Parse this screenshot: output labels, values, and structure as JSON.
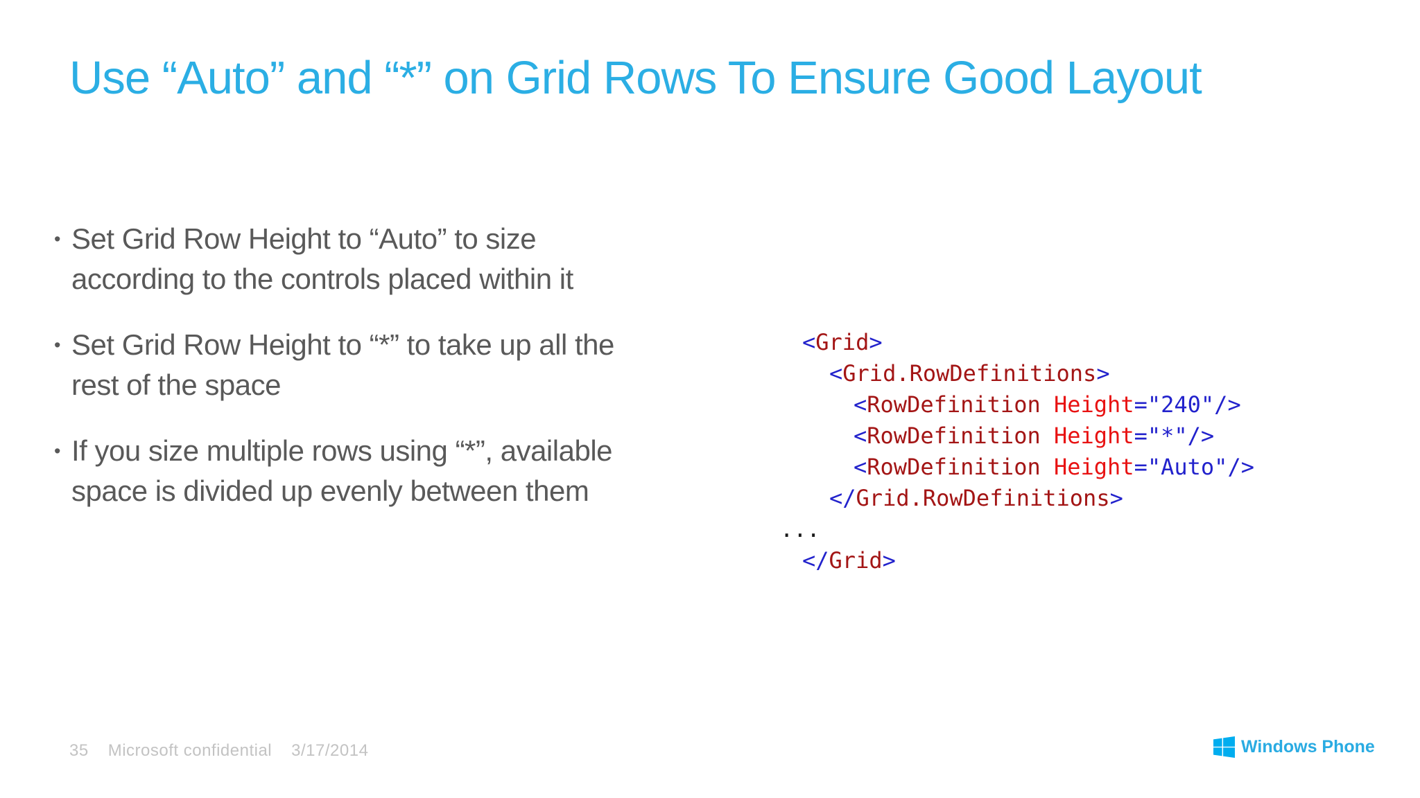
{
  "colors": {
    "accent": "#2BAEE4",
    "text": "#595959",
    "muted": "#C3C3C3",
    "code-element": "#A31515",
    "code-attr": "#E81212",
    "code-punct": "#2222CC",
    "code-value": "#2222CC",
    "code-plain": "#1A1A1A",
    "logo-blue": "#29ABE2",
    "flag-blue": "#00ADEF"
  },
  "slide": {
    "title": "Use “Auto” and “*” on Grid Rows To Ensure Good Layout",
    "bullets": [
      {
        "marker": "•",
        "text": "Set Grid Row Height to “Auto” to size\naccording to the controls placed within it"
      },
      {
        "marker": "•",
        "text": "Set Grid Row Height to “*” to take up all the\nrest of the space"
      },
      {
        "marker": "•",
        "text": "If you size multiple rows using “*”, available\nspace is divided up evenly between them"
      }
    ],
    "code": {
      "language": "xaml",
      "lines": [
        {
          "indent": 32,
          "tokens": [
            {
              "c": "punct",
              "t": "<"
            },
            {
              "c": "element",
              "t": "Grid"
            },
            {
              "c": "punct",
              "t": ">"
            }
          ]
        },
        {
          "indent": 71,
          "tokens": [
            {
              "c": "punct",
              "t": "<"
            },
            {
              "c": "element",
              "t": "Grid.RowDefinitions"
            },
            {
              "c": "punct",
              "t": ">"
            }
          ]
        },
        {
          "indent": 106,
          "tokens": [
            {
              "c": "punct",
              "t": "<"
            },
            {
              "c": "element",
              "t": "RowDefinition"
            },
            {
              "c": "plain",
              "t": " "
            },
            {
              "c": "attr",
              "t": "Height"
            },
            {
              "c": "punct",
              "t": "="
            },
            {
              "c": "value",
              "t": "\"240\""
            },
            {
              "c": "punct",
              "t": "/>"
            }
          ]
        },
        {
          "indent": 106,
          "tokens": [
            {
              "c": "punct",
              "t": "<"
            },
            {
              "c": "element",
              "t": "RowDefinition"
            },
            {
              "c": "plain",
              "t": " "
            },
            {
              "c": "attr",
              "t": "Height"
            },
            {
              "c": "punct",
              "t": "="
            },
            {
              "c": "value",
              "t": "\"*\""
            },
            {
              "c": "punct",
              "t": "/>"
            }
          ]
        },
        {
          "indent": 106,
          "tokens": [
            {
              "c": "punct",
              "t": "<"
            },
            {
              "c": "element",
              "t": "RowDefinition"
            },
            {
              "c": "plain",
              "t": " "
            },
            {
              "c": "attr",
              "t": "Height"
            },
            {
              "c": "punct",
              "t": "="
            },
            {
              "c": "value",
              "t": "\"Auto\""
            },
            {
              "c": "punct",
              "t": "/>"
            }
          ]
        },
        {
          "indent": 71,
          "tokens": [
            {
              "c": "punct",
              "t": "</"
            },
            {
              "c": "element",
              "t": "Grid.RowDefinitions"
            },
            {
              "c": "punct",
              "t": ">"
            }
          ]
        },
        {
          "indent": 0,
          "tokens": [
            {
              "c": "plain",
              "t": "..."
            }
          ]
        },
        {
          "indent": 32,
          "tokens": [
            {
              "c": "punct",
              "t": "</"
            },
            {
              "c": "element",
              "t": "Grid"
            },
            {
              "c": "punct",
              "t": ">"
            }
          ]
        }
      ]
    },
    "footer": {
      "page_number": "35",
      "confidential": "Microsoft confidential",
      "date": "3/17/2014"
    },
    "logo": {
      "text": "Windows Phone",
      "icon": "windows-flag-icon"
    }
  }
}
